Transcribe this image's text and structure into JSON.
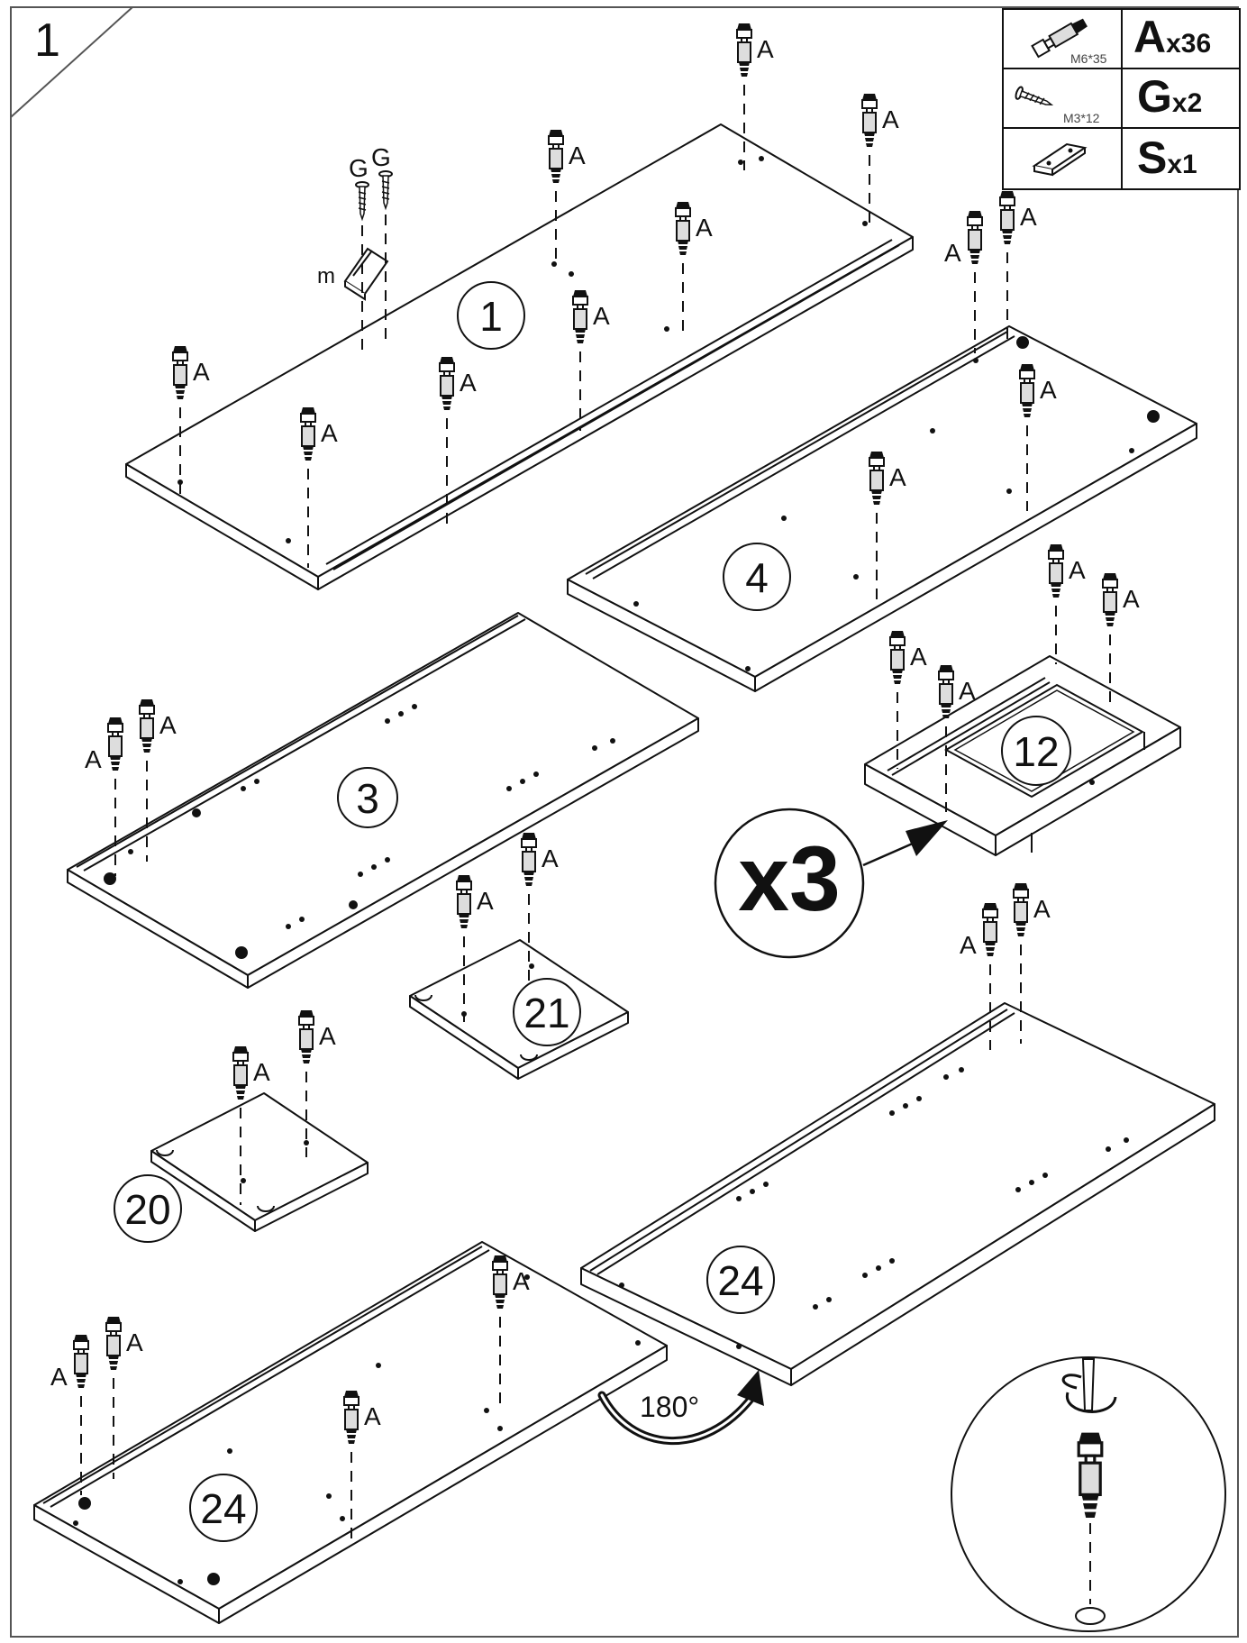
{
  "step": {
    "number": "1"
  },
  "hardware": [
    {
      "id": "A",
      "letter": "A",
      "qty": "x36",
      "size": "M6*35",
      "icon": "cam-bolt-icon"
    },
    {
      "id": "G",
      "letter": "G",
      "qty": "x2",
      "size": "M3*12",
      "icon": "screw-icon"
    },
    {
      "id": "S",
      "letter": "S",
      "qty": "x1",
      "size": "",
      "icon": "bracket-icon"
    }
  ],
  "labels": {
    "bolt": "A",
    "screw": "G",
    "bracket": "m"
  },
  "panels": [
    {
      "id": "p1",
      "label": "1"
    },
    {
      "id": "p4",
      "label": "4"
    },
    {
      "id": "p3",
      "label": "3"
    },
    {
      "id": "p12",
      "label": "12"
    },
    {
      "id": "p21",
      "label": "21"
    },
    {
      "id": "p20",
      "label": "20"
    },
    {
      "id": "p24a",
      "label": "24"
    },
    {
      "id": "p24b",
      "label": "24"
    }
  ],
  "multiplier": {
    "text": "x3"
  },
  "rotation": {
    "text": "180°"
  },
  "colors": {
    "line": "#111111",
    "background": "#ffffff",
    "bolt_fill": "#dddddd"
  }
}
